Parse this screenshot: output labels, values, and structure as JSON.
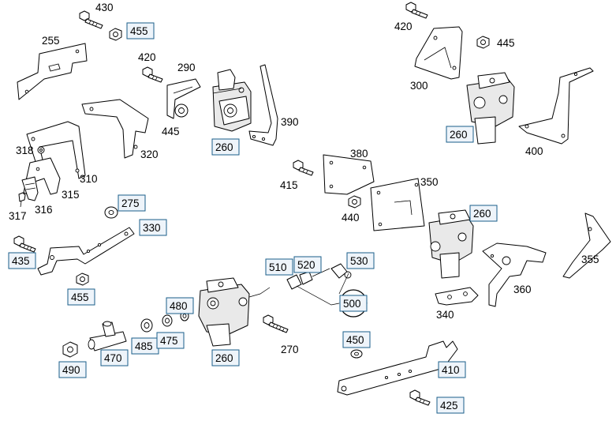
{
  "labels": {
    "l430": "430",
    "l455a": "455",
    "l255": "255",
    "l420a": "420",
    "l290": "290",
    "l445a": "445",
    "l260a": "260",
    "l390": "390",
    "l318": "318",
    "l320": "320",
    "l310": "310",
    "l315": "315",
    "l317": "317",
    "l316": "316",
    "l275": "275",
    "l330": "330",
    "l435": "435",
    "l455b": "455",
    "l420b": "420",
    "l445b": "445",
    "l300": "300",
    "l260b": "260",
    "l400": "400",
    "l380": "380",
    "l415": "415",
    "l350": "350",
    "l440": "440",
    "l260c": "260",
    "l355": "355",
    "l360": "360",
    "l340": "340",
    "l510": "510",
    "l520": "520",
    "l530": "530",
    "l500": "500",
    "l480": "480",
    "l485": "485",
    "l475": "475",
    "l490": "490",
    "l470": "470",
    "l260d": "260",
    "l270": "270",
    "l450": "450",
    "l410": "410",
    "l425": "425"
  }
}
